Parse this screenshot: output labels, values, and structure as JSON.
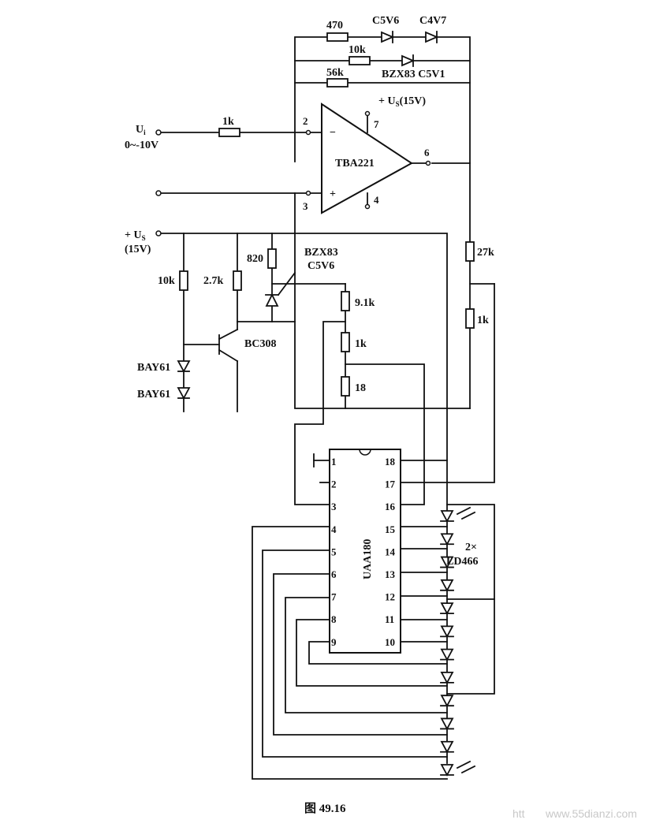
{
  "caption": "图 49.16",
  "watermark": {
    "left": "htt",
    "right": "www.55dianzi.com"
  },
  "inputs": {
    "ui_label": "U",
    "ui_sub": "i",
    "ui_range": "0~-10V",
    "us_label": "+ U",
    "us_sub": "S",
    "us_value": "(15V)"
  },
  "opamp": {
    "name": "TBA221",
    "supply": "+ U",
    "supply_sub": "S",
    "supply_value": "(15V)",
    "pin2": "2",
    "pin3": "3",
    "pin4": "4",
    "pin6": "6",
    "pin7": "7",
    "minus": "−",
    "plus": "+"
  },
  "feedback": {
    "r470": "470",
    "z_c5v6": "C5V6",
    "z_c4v7": "C4V7",
    "r10k": "10k",
    "z_bzx": "BZX83 C5V1",
    "r56k": "56k"
  },
  "input_resistor": "1k",
  "bias": {
    "r10k": "10k",
    "r27k_small": "2.7k",
    "r820": "820",
    "zener_line1": "BZX83",
    "zener_line2": "C5V6",
    "transistor": "BC308",
    "diode1": "BAY61",
    "diode2": "BAY61"
  },
  "divider": {
    "r91k": "9.1k",
    "r1k": "1k",
    "r18": "18",
    "r27k": "27k",
    "r1k_right": "1k"
  },
  "ic": {
    "name": "UAA180",
    "left_pins": [
      "1",
      "2",
      "3",
      "4",
      "5",
      "6",
      "7",
      "8",
      "9"
    ],
    "right_pins": [
      "18",
      "17",
      "16",
      "15",
      "14",
      "13",
      "12",
      "11",
      "10"
    ]
  },
  "leds": {
    "label_line1": "2×",
    "label_line2": "LD466",
    "count": 12
  }
}
